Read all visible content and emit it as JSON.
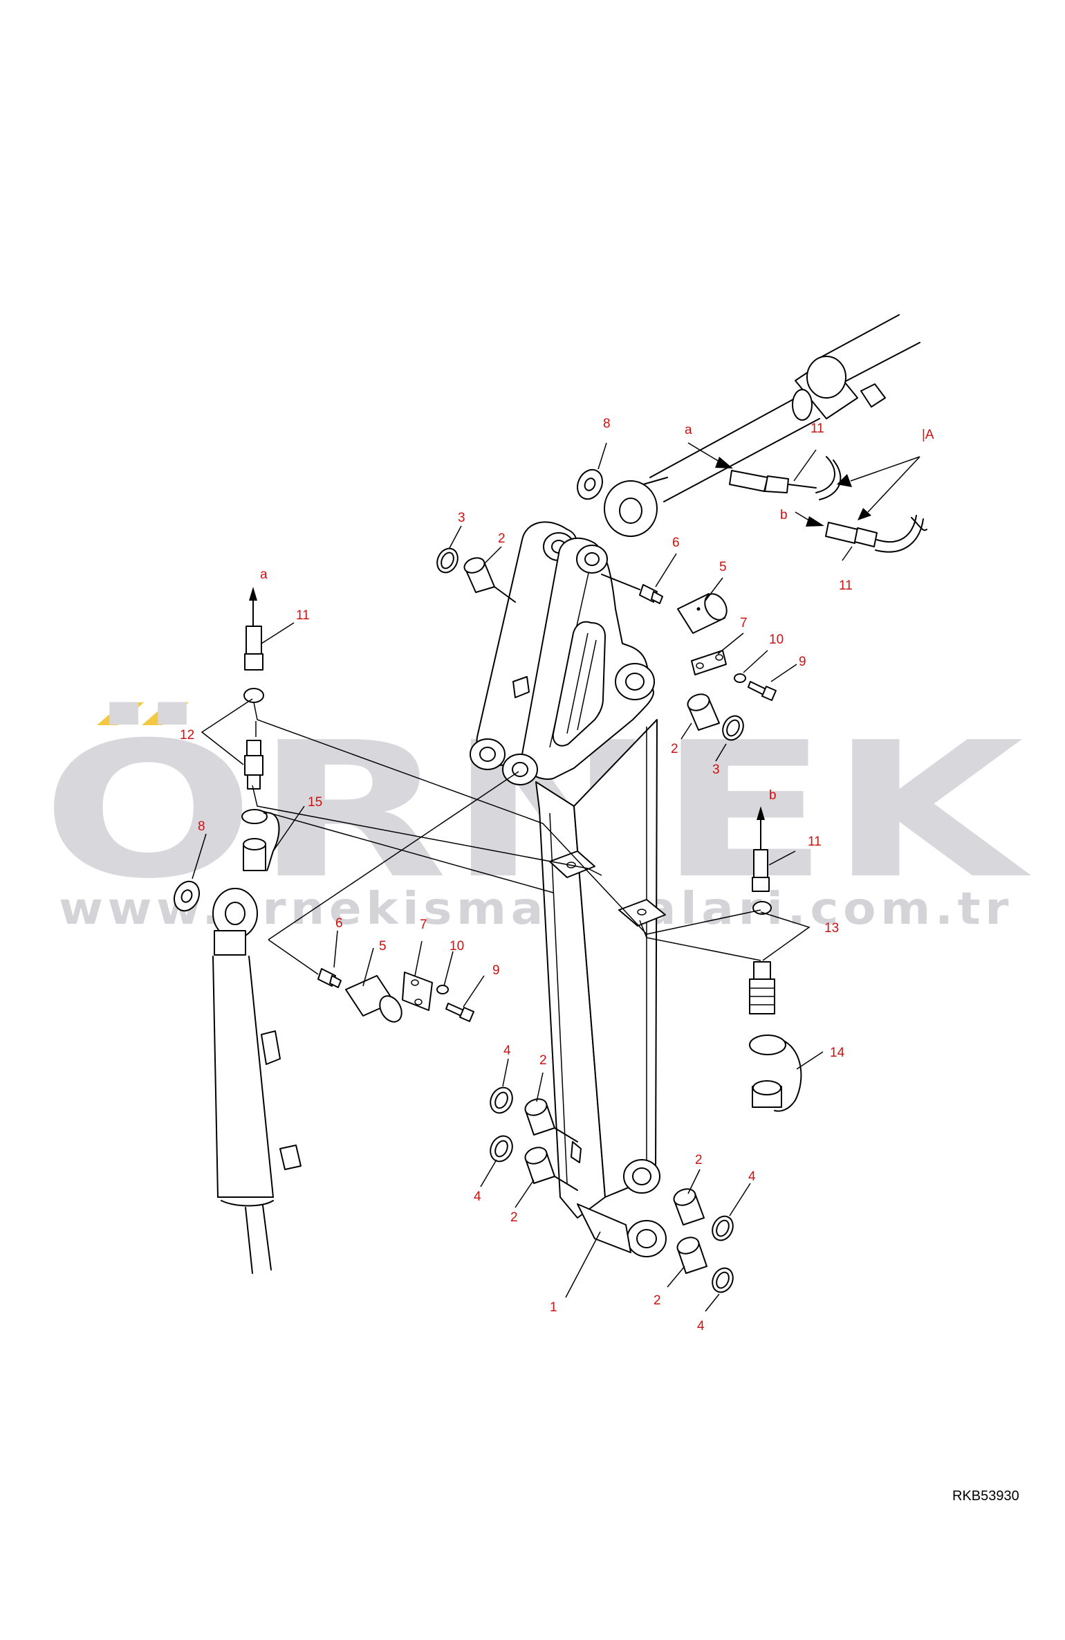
{
  "watermark": {
    "brand": "ÖRNEK",
    "url": "www.ornekismakinalari.com.tr",
    "accent_color": "#f5c842",
    "text_color": "#d8d8dc"
  },
  "drawing_code": "RKB53930",
  "callouts": {
    "c1": "1",
    "c2a": "2",
    "c2b": "2",
    "c2c": "2",
    "c2d": "2",
    "c2e": "2",
    "c2f": "2",
    "c3a": "3",
    "c3b": "3",
    "c4a": "4",
    "c4b": "4",
    "c4c": "4",
    "c4d": "4",
    "c5a": "5",
    "c5b": "5",
    "c6a": "6",
    "c6b": "6",
    "c7a": "7",
    "c7b": "7",
    "c8a": "8",
    "c8b": "8",
    "c9a": "9",
    "c9b": "9",
    "c10a": "10",
    "c10b": "10",
    "c11a": "11",
    "c11b": "11",
    "c11c": "11",
    "c11d": "11",
    "c12": "12",
    "c13": "13",
    "c14": "14",
    "c15": "15"
  },
  "letters": {
    "a_top": "a",
    "b_top": "b",
    "A_top": "|A",
    "a_left": "a",
    "b_right": "b"
  },
  "colors": {
    "callout": "#d01010",
    "ink": "#000000"
  }
}
